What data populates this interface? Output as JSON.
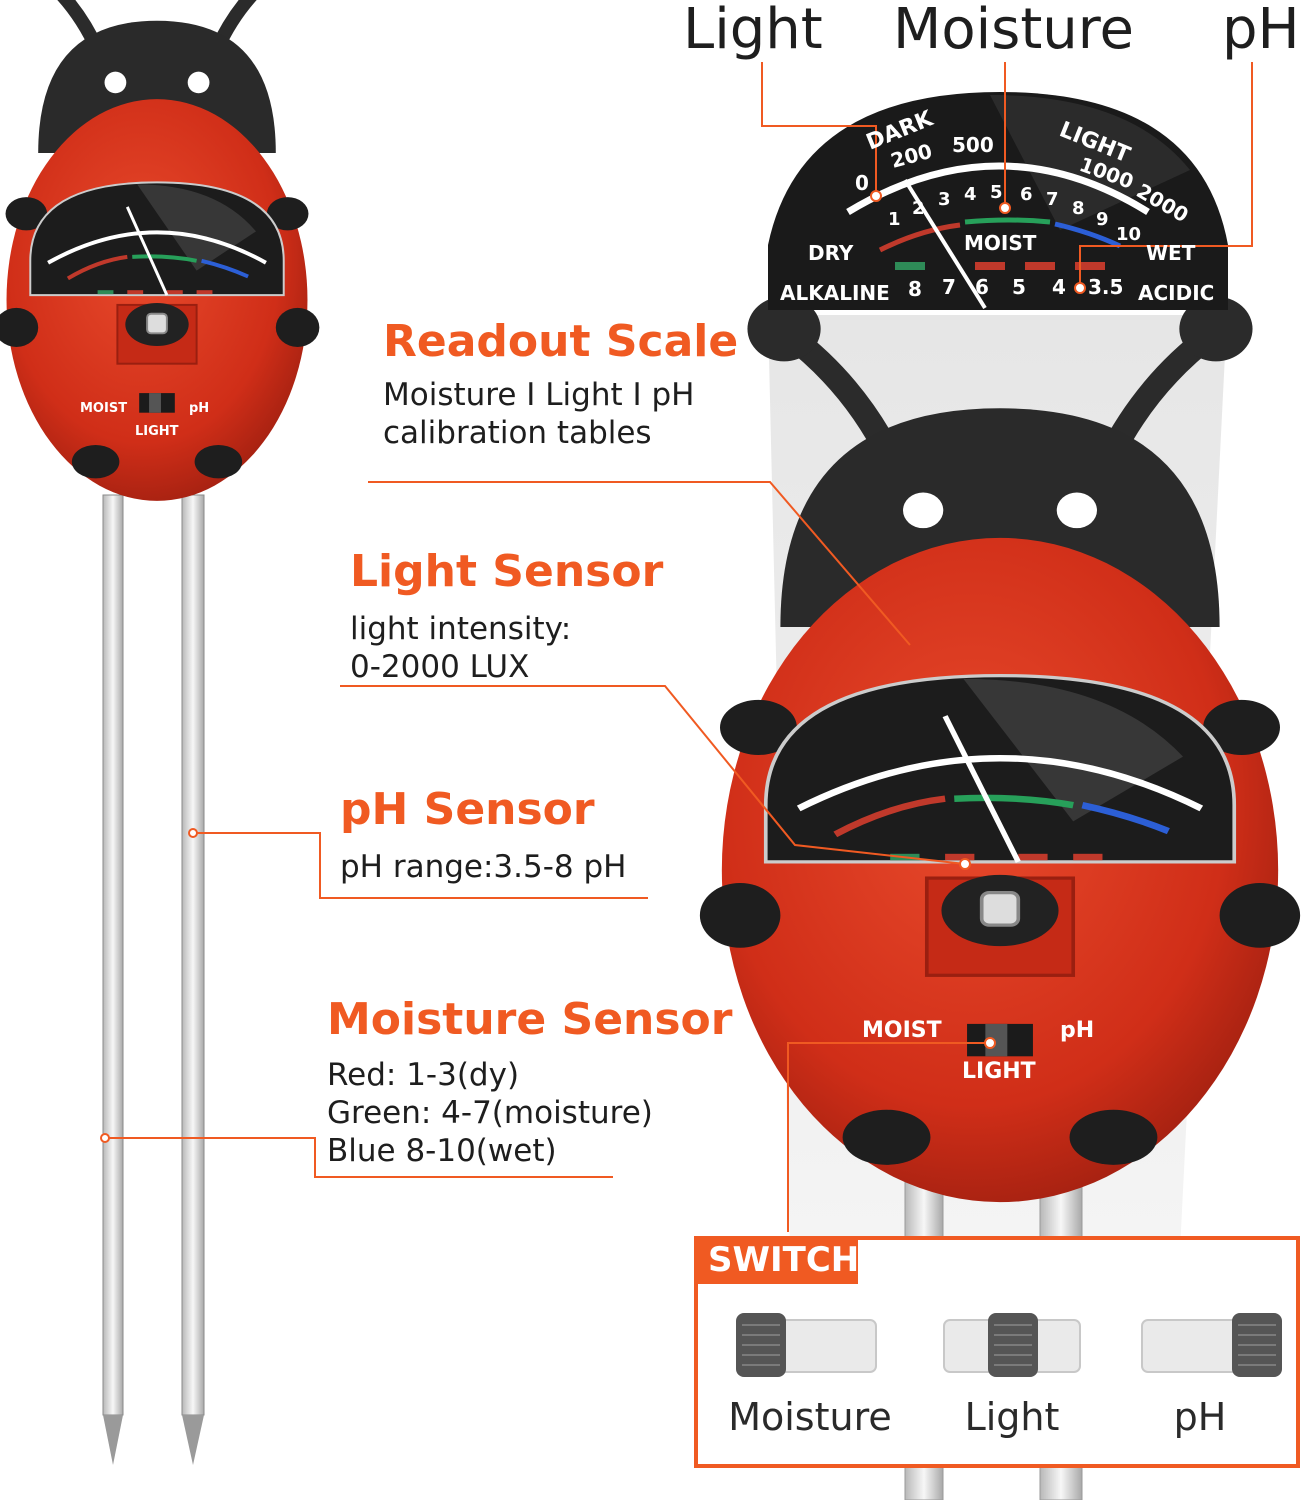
{
  "top_labels": {
    "light": "Light",
    "moisture": "Moisture",
    "ph": "pH"
  },
  "features": [
    {
      "title": "Readout Scale",
      "lines": [
        "Moisture I Light I pH",
        "calibration tables"
      ]
    },
    {
      "title": "Light Sensor",
      "lines": [
        "light intensity:",
        "0-2000 LUX"
      ]
    },
    {
      "title": "pH Sensor",
      "lines": [
        "pH range:3.5-8 pH"
      ]
    },
    {
      "title": "Moisture Sensor",
      "lines": [
        "Red: 1-3(dy)",
        "Green: 4-7(moisture)",
        "Blue 8-10(wet)"
      ]
    }
  ],
  "dial": {
    "dark": "DARK",
    "light": "LIGHT",
    "moist": "MOIST",
    "dry": "DRY",
    "wet": "WET",
    "alkaline": "ALKALINE",
    "acidic": "ACIDIC",
    "lux_ticks": [
      "0",
      "200",
      "500",
      "1000",
      "2000"
    ],
    "moist_ticks": [
      "1",
      "2",
      "3",
      "4",
      "5",
      "6",
      "7",
      "8",
      "9",
      "10"
    ],
    "ph_ticks": [
      "8",
      "7",
      "6",
      "5",
      "4",
      "3.5"
    ]
  },
  "device_switch": {
    "left": "MOIST",
    "right": "pH",
    "bottom": "LIGHT"
  },
  "switch_panel": {
    "title": "SWITCH",
    "options": [
      "Moisture",
      "Light",
      "pH"
    ]
  },
  "colors": {
    "accent": "#f05a22",
    "ladybug_red": "#d8321c",
    "ladybug_black": "#222222"
  }
}
